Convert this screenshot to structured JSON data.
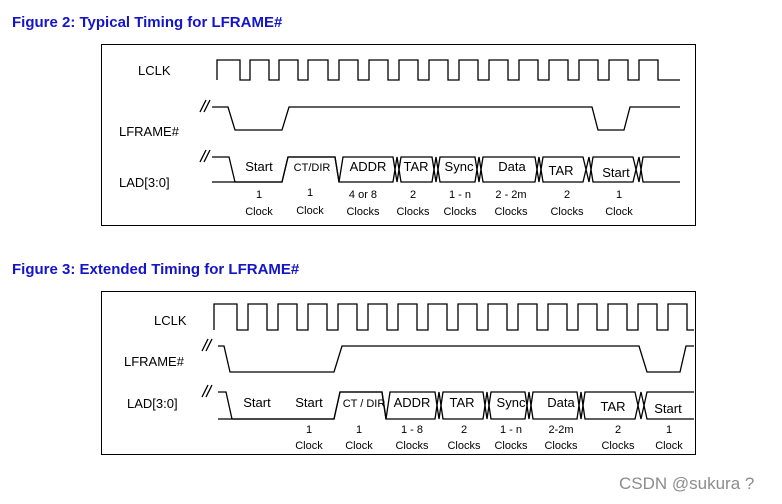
{
  "figures": [
    {
      "id": "fig2",
      "title": "Figure 2: Typical Timing for LFRAME#",
      "signals": {
        "clock": "LCLK",
        "frame": "LFRAME#",
        "bus": "LAD[3:0]"
      },
      "phases": [
        {
          "label": "Start",
          "count": "1",
          "unit": "Clock"
        },
        {
          "label": "CT/DIR",
          "count": "1",
          "unit": "Clock"
        },
        {
          "label": "ADDR",
          "count": "4 or 8",
          "unit": "Clocks"
        },
        {
          "label": "TAR",
          "count": "2",
          "unit": "Clocks"
        },
        {
          "label": "Sync",
          "count": "1 - n",
          "unit": "Clocks"
        },
        {
          "label": "Data",
          "count": "2 - 2m",
          "unit": "Clocks"
        },
        {
          "label": "TAR",
          "count": "2",
          "unit": "Clocks"
        },
        {
          "label": "Start",
          "count": "1",
          "unit": "Clock"
        }
      ]
    },
    {
      "id": "fig3",
      "title": "Figure 3: Extended Timing for LFRAME#",
      "signals": {
        "clock": "LCLK",
        "frame": "LFRAME#",
        "bus": "LAD[3:0]"
      },
      "phases": [
        {
          "label": "Start",
          "count": "",
          "unit": ""
        },
        {
          "label": "Start",
          "count": "1",
          "unit": "Clock"
        },
        {
          "label": "CT / DIR",
          "count": "1",
          "unit": "Clock"
        },
        {
          "label": "ADDR",
          "count": "1 - 8",
          "unit": "Clocks"
        },
        {
          "label": "TAR",
          "count": "2",
          "unit": "Clocks"
        },
        {
          "label": "Sync",
          "count": "1 - n",
          "unit": "Clocks"
        },
        {
          "label": "Data",
          "count": "2-2m",
          "unit": "Clocks"
        },
        {
          "label": "TAR",
          "count": "2",
          "unit": "Clocks"
        },
        {
          "label": "Start",
          "count": "1",
          "unit": "Clock"
        }
      ]
    }
  ],
  "watermark": "CSDN @sukura ?"
}
